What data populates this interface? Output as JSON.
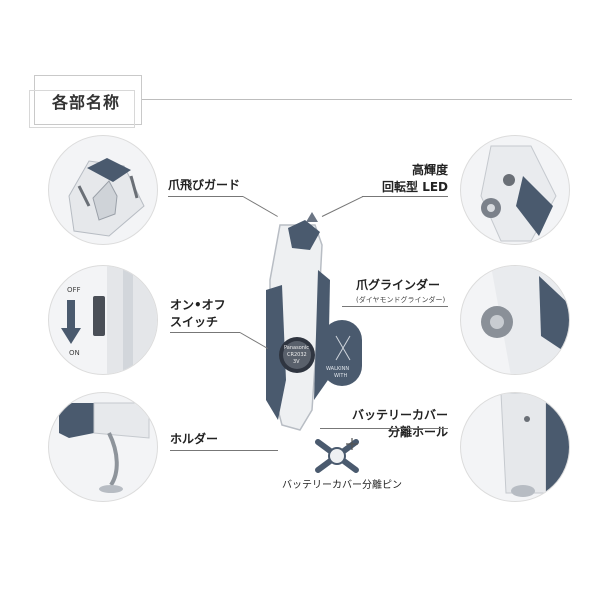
{
  "section": {
    "title": "各部名称"
  },
  "labels": {
    "nail_guard": "爪飛びガード",
    "led_line1": "高輝度",
    "led_line2": "回転型 LED",
    "grinder": "爪グラインダー",
    "grinder_sub": "(ダイヤモンドグラインダー)",
    "switch_line1": "オン•オフ",
    "switch_line2": "スイッチ",
    "battery_hole_line1": "バッテリーカバー",
    "battery_hole_line2": "分離ホール",
    "holder": "ホルダー",
    "pin": "バッテリーカバー分離ピン"
  },
  "switch_detail": {
    "off": "OFF",
    "on": "ON"
  },
  "device_text": {
    "battery_brand": "Panasonic",
    "battery_model": "CR2032",
    "battery_volt": "3V",
    "cover_brand": "WALKINN",
    "cover_sub": "WITH"
  },
  "colors": {
    "accent": "#4a5a6e",
    "body": "#e9ebee",
    "line": "#777777"
  }
}
